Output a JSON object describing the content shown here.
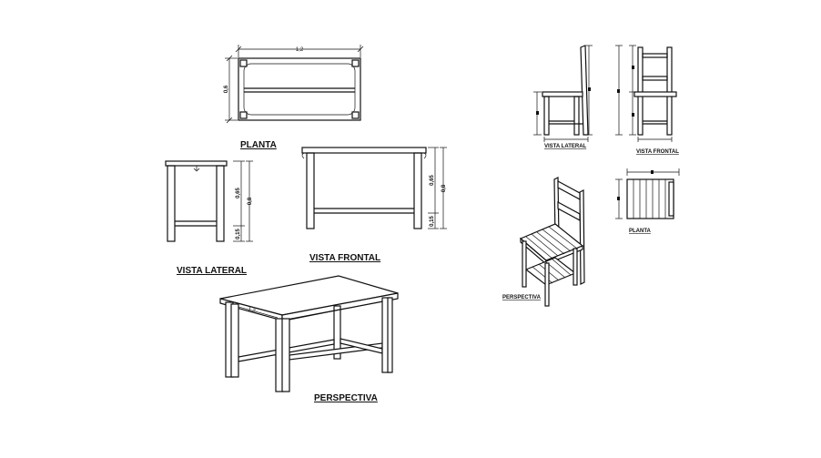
{
  "table": {
    "plan_title": "PLANTA",
    "side_title": "VISTA LATERAL",
    "front_title": "VISTA FRONTAL",
    "perspective_title": "PERSPECTIVA",
    "dim_plan_width": "1,2",
    "dim_plan_depth": "0,6",
    "dim_side_leg": "0,65",
    "dim_side_total": "0,8",
    "dim_side_bottom": "0,15",
    "dim_front_leg": "0,65",
    "dim_front_total": "0,8",
    "dim_front_bottom": "0,15",
    "dim_persp_width": "1,2"
  },
  "chair": {
    "side_title": "VISTA LATERAL",
    "front_title": "VISTA FRONTAL",
    "plan_title": "PLANTA",
    "perspective_title": "PERSPECTIVA"
  }
}
